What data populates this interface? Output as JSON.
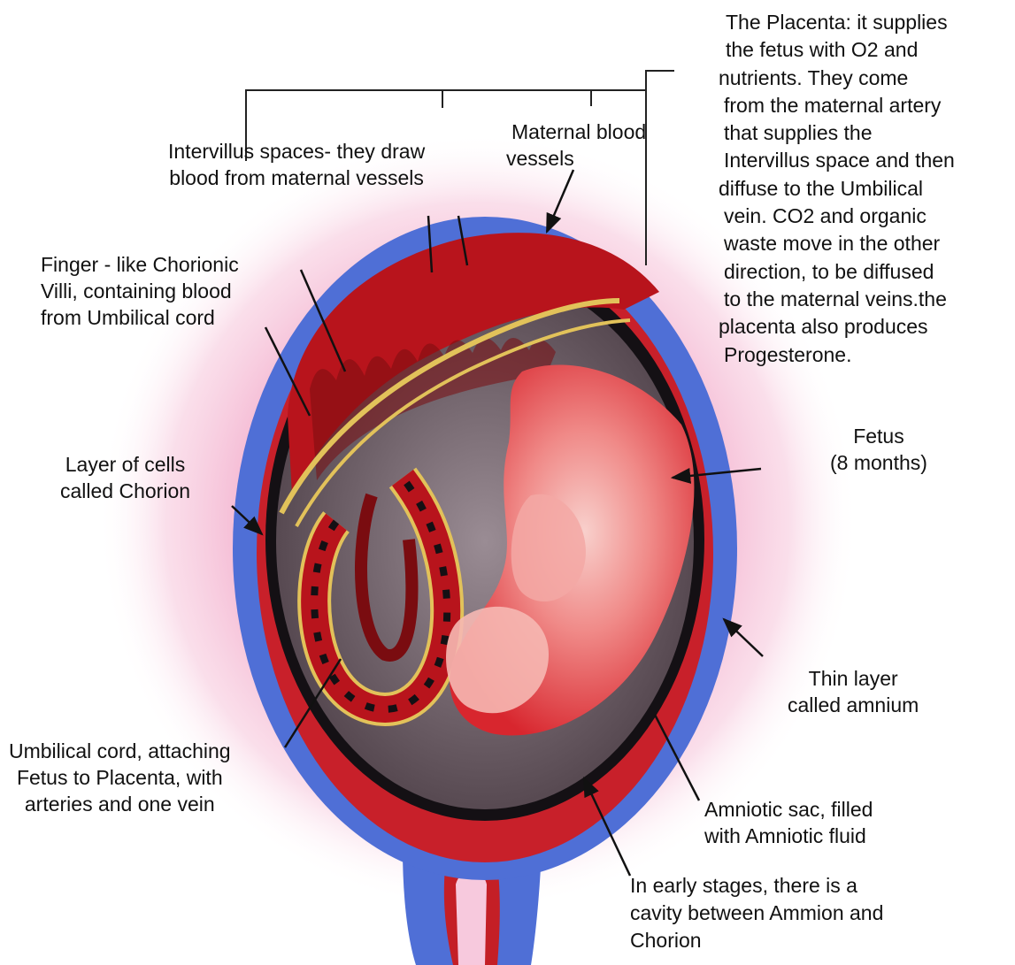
{
  "labels": {
    "placenta": [
      "The Placenta: it supplies",
      "the fetus with O2 and",
      "nutrients. They come",
      "from the maternal artery",
      "that supplies the",
      "Intervillus space and then",
      "diffuse to the Umbilical",
      "vein. CO2 and organic",
      "waste move in the other",
      "direction, to be diffused",
      "to the maternal veins.the",
      "placenta also produces",
      "Progesterone."
    ],
    "maternal_blood_vessels": [
      "Maternal blood",
      "vessels"
    ],
    "intervillus_spaces": [
      "Intervillus spaces- they draw",
      "blood from maternal vessels"
    ],
    "chorionic_villi": [
      "Finger - like Chorionic",
      "Villi, containing blood",
      "from Umbilical cord"
    ],
    "chorion": [
      "Layer of cells",
      "called Chorion"
    ],
    "fetus": [
      "Fetus",
      "(8 months)"
    ],
    "amnium": [
      "Thin layer",
      "called amnium"
    ],
    "umbilical_cord": [
      "Umbilical cord, attaching",
      "Fetus to Placenta, with",
      "arteries and one vein"
    ],
    "amniotic_sac": [
      "Amniotic sac, filled",
      "with Amniotic fluid"
    ],
    "early_stages": [
      "In early stages, there is a",
      "cavity between Ammion and",
      "Chorion"
    ]
  },
  "colors": {
    "uterus_wall": "#4f6fd6",
    "pink_glow": "#f2a7c8",
    "placenta_red": "#b8141c",
    "villi_outline": "#e2c25a",
    "fetus_red": "#e0363e",
    "fetus_light": "#f6b8b2",
    "amnion_black": "#141014",
    "cord_red": "#c41f26"
  }
}
